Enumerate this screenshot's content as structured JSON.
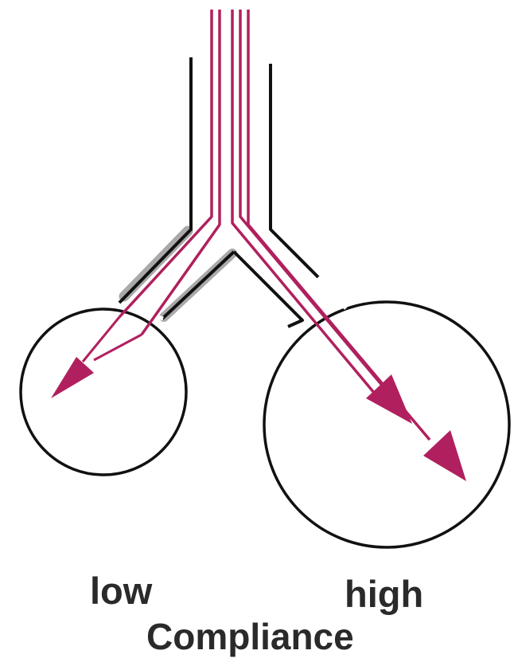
{
  "labels": {
    "low": "low",
    "high": "high",
    "caption": "Compliance"
  },
  "colors": {
    "airway_wall": "#111111",
    "airflow": "#b0205e",
    "shadow": "#a9a9a9",
    "background": "#ffffff"
  },
  "icons": {
    "airflow_arrow": "arrow-head"
  }
}
